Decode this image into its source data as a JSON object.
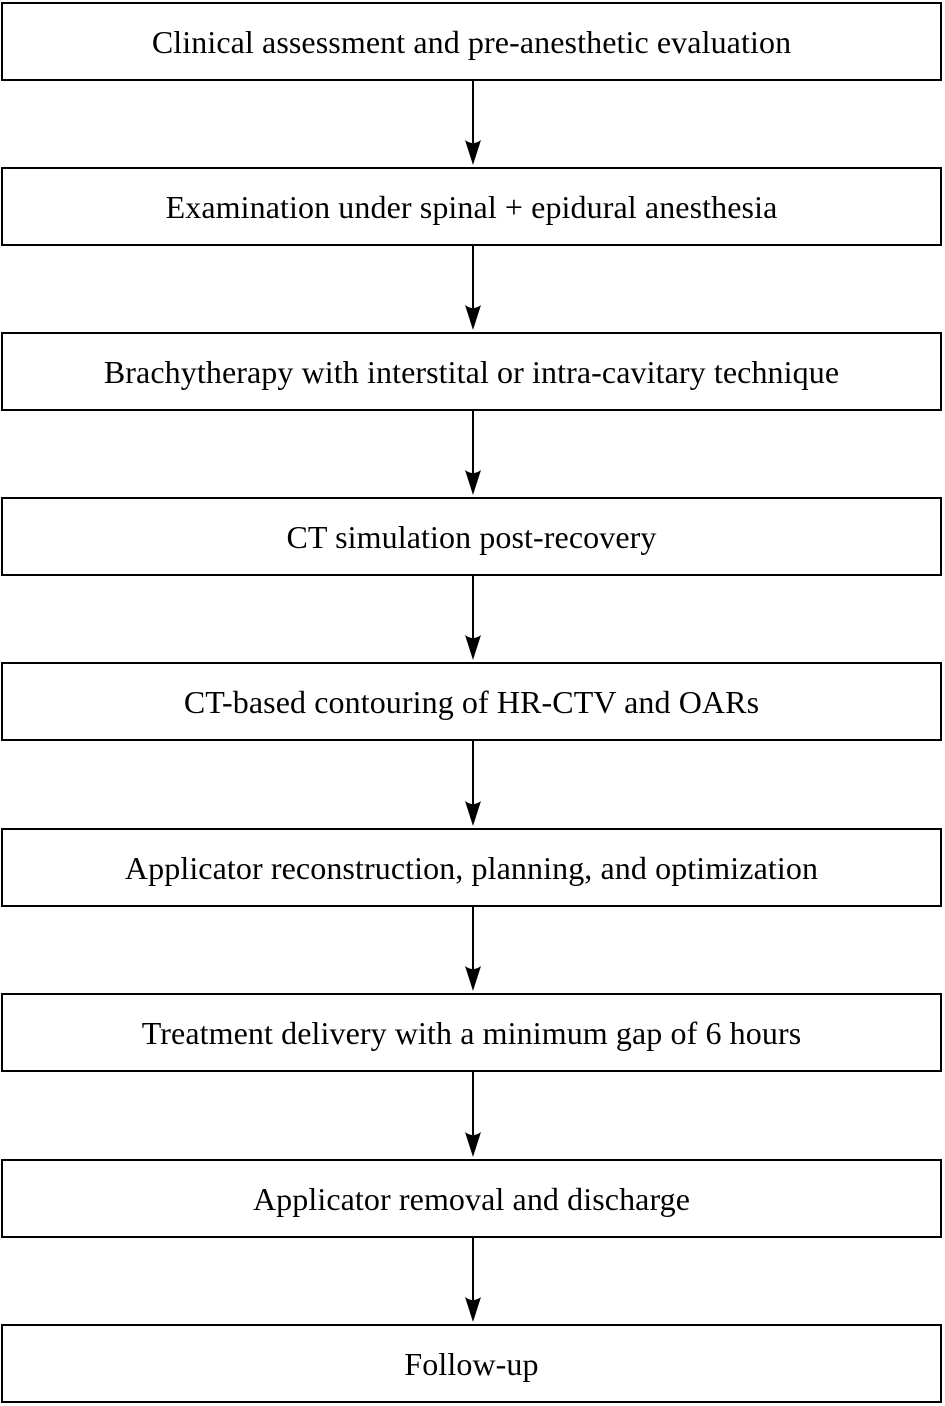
{
  "flowchart": {
    "steps": [
      {
        "label": "Clinical assessment and pre-anesthetic evaluation"
      },
      {
        "label": "Examination under spinal + epidural anesthesia"
      },
      {
        "label": "Brachytherapy with interstital or intra-cavitary technique"
      },
      {
        "label": "CT simulation post-recovery"
      },
      {
        "label": "CT-based contouring of HR-CTV and OARs"
      },
      {
        "label": "Applicator reconstruction, planning, and optimization"
      },
      {
        "label": "Treatment delivery with a minimum gap of 6 hours"
      },
      {
        "label": "Applicator removal and discharge"
      },
      {
        "label": "Follow-up"
      }
    ],
    "colors": {
      "stroke": "#000000",
      "background": "#ffffff"
    }
  }
}
